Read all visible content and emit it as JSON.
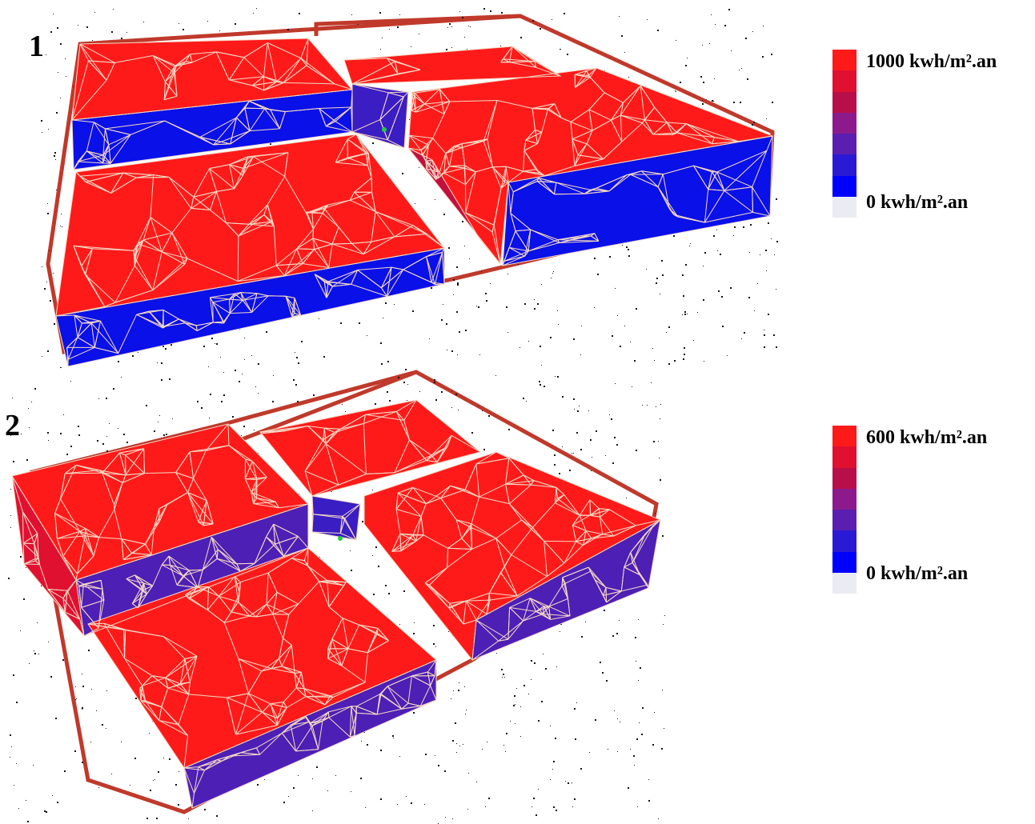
{
  "panels": [
    {
      "label": "1",
      "legend": {
        "max_label": "1000 kwh/m².an",
        "min_label": "0 kwh/m².an",
        "colors": [
          "#ff1a1a",
          "#e01030",
          "#b80f4a",
          "#8c1a8c",
          "#5a1fb0",
          "#2a1ad6",
          "#0000ff",
          "#ebebf4"
        ]
      },
      "wall_color": "#0a10e8"
    },
    {
      "label": "2",
      "legend": {
        "max_label": "600 kwh/m².an",
        "min_label": "0 kwh/m².an",
        "colors": [
          "#ff1a1a",
          "#e01030",
          "#b80f4a",
          "#8c1a8c",
          "#5a1fb0",
          "#2a1ad6",
          "#0000ff",
          "#ebebf4"
        ]
      },
      "wall_color": "#4d1fb5"
    }
  ],
  "colors": {
    "roof": "#ff1a1a",
    "mesh_line": "#f5d9c4",
    "frame": "#c0392b"
  }
}
